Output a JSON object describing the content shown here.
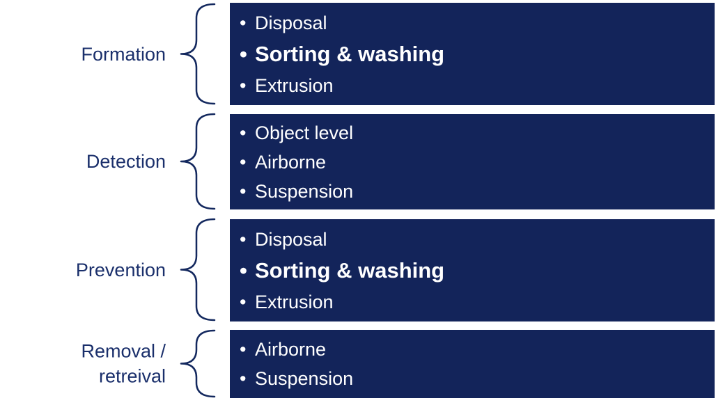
{
  "groups": [
    {
      "label": "Formation",
      "items": [
        {
          "text": "Disposal",
          "bold": false
        },
        {
          "text": "Sorting & washing",
          "bold": true
        },
        {
          "text": "Extrusion",
          "bold": false
        }
      ]
    },
    {
      "label": "Detection",
      "items": [
        {
          "text": "Object level",
          "bold": false
        },
        {
          "text": "Airborne",
          "bold": false
        },
        {
          "text": "Suspension",
          "bold": false
        }
      ]
    },
    {
      "label": "Prevention",
      "items": [
        {
          "text": "Disposal",
          "bold": false
        },
        {
          "text": "Sorting & washing",
          "bold": true
        },
        {
          "text": "Extrusion",
          "bold": false
        }
      ]
    },
    {
      "label": "Removal / retreival",
      "label_lines": [
        "Removal /",
        "retreival"
      ],
      "items": [
        {
          "text": "Airborne",
          "bold": false
        },
        {
          "text": "Suspension",
          "bold": false
        }
      ]
    }
  ],
  "bullet_char": "•",
  "colors": {
    "box_fill": "#13245a",
    "label_text": "#1a2f6b",
    "brace": "#13285e",
    "item_text": "#ffffff"
  }
}
